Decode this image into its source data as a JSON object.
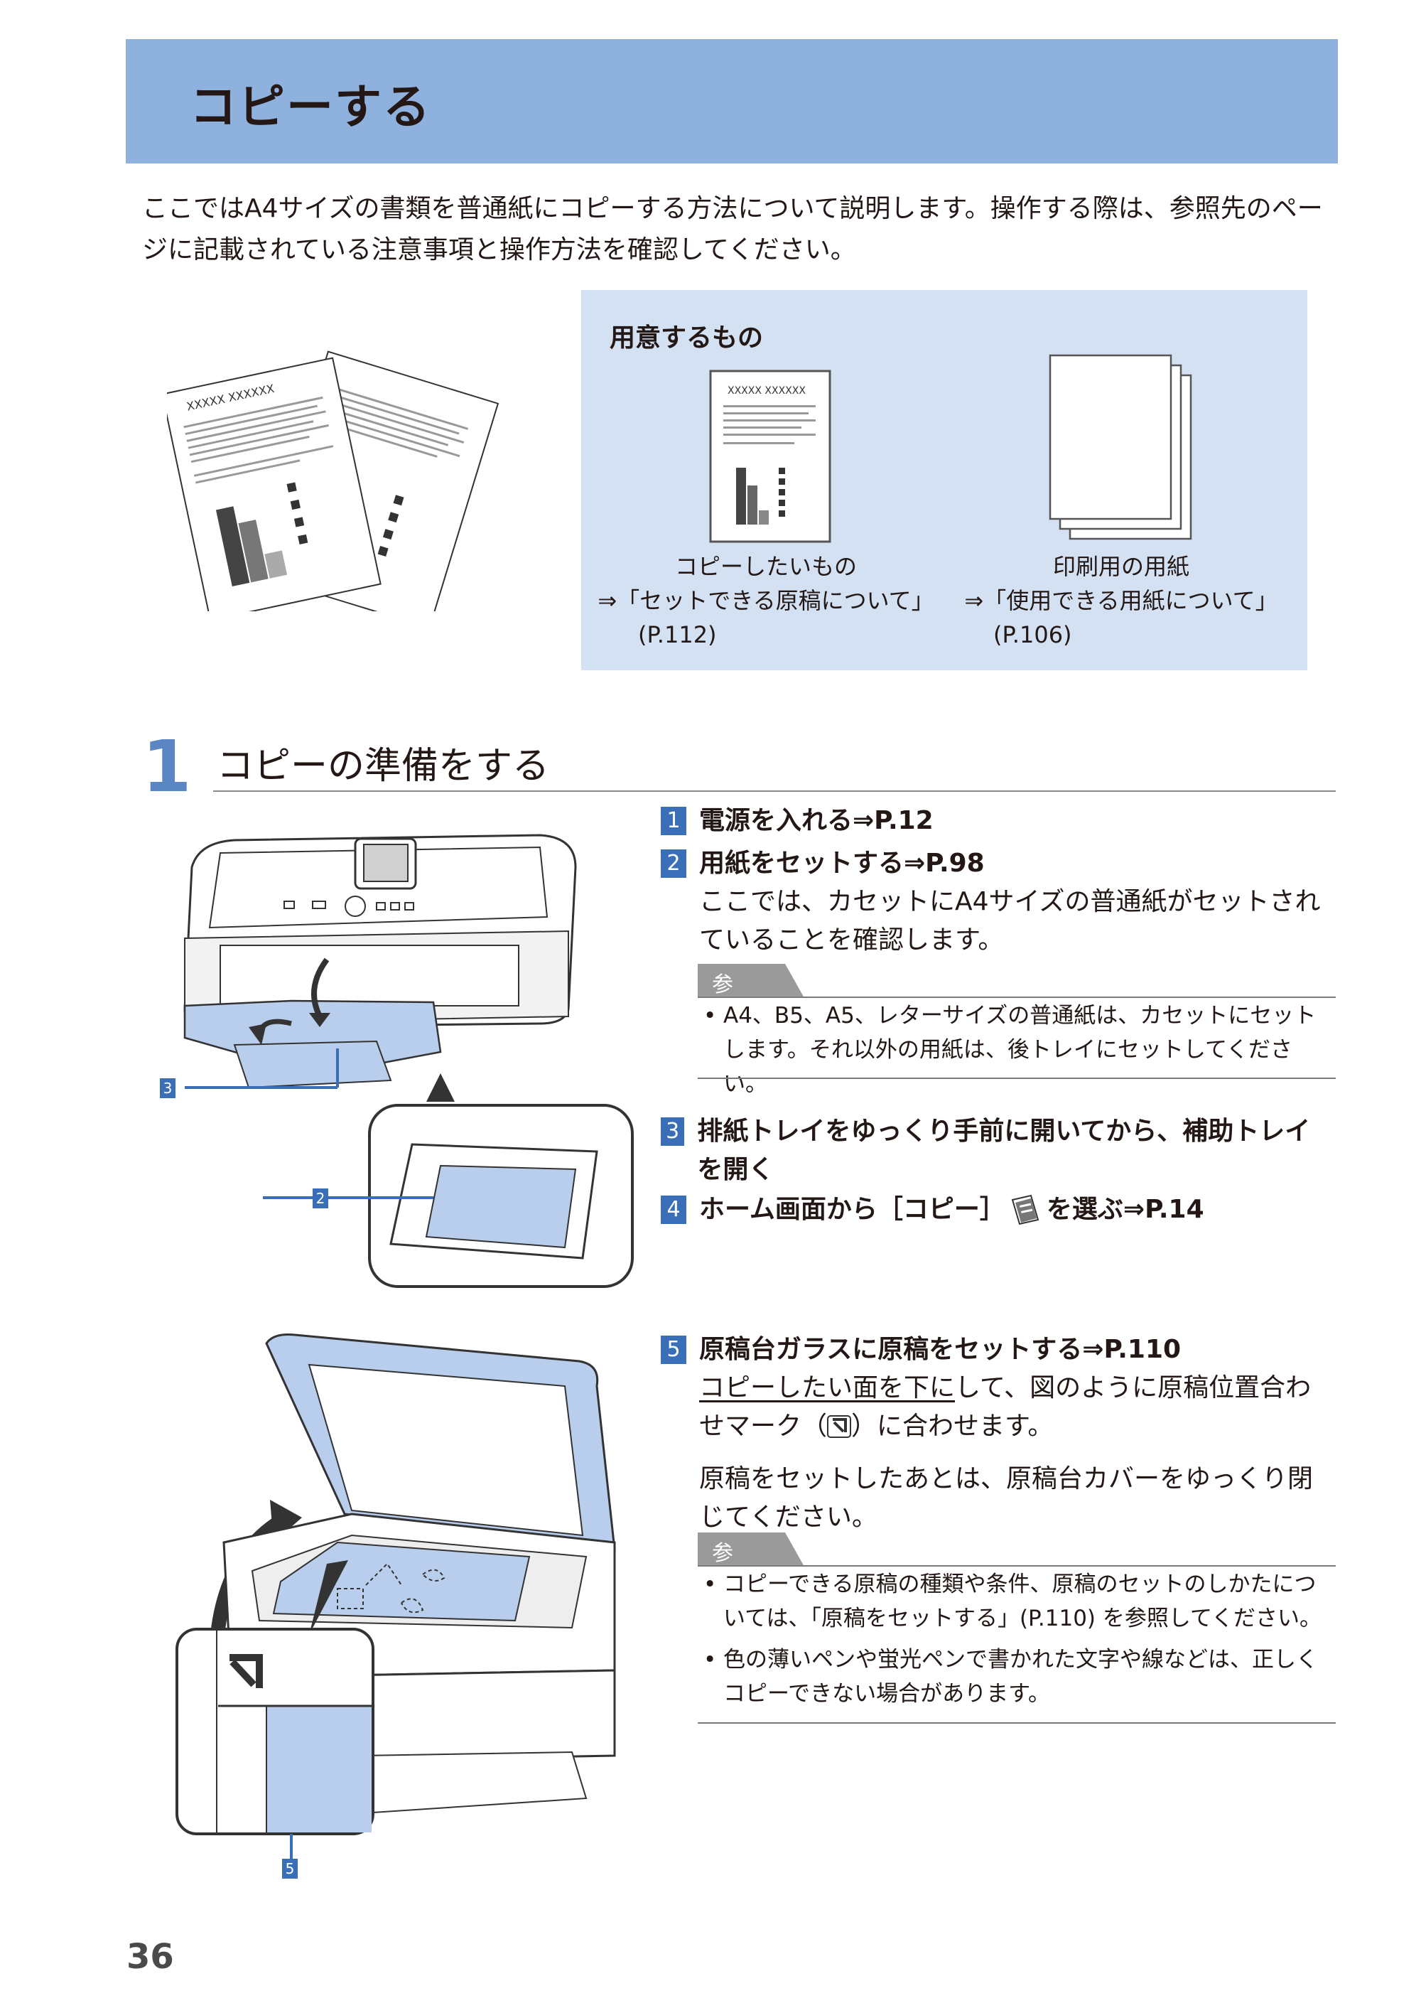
{
  "title": "コピーする",
  "intro": "ここではA4サイズの書類を普通紙にコピーする方法について説明します。操作する際は、参照先のページに記載されている注意事項と操作方法を確認してください。",
  "prepare": {
    "heading": "用意するもの",
    "doc_text": "XXXXX XXXXXX",
    "item1_name": "コピーしたいもの",
    "item1_ref": "⇒「セットできる原稿について」",
    "item1_page": "(P.112)",
    "item2_name": "印刷用の用紙",
    "item2_ref": "⇒「使用できる用紙について」",
    "item2_page": "(P.106)"
  },
  "section": {
    "number": "1",
    "title": "コピーの準備をする"
  },
  "steps": {
    "s1_num": "1",
    "s1_head": "電源を入れる⇒P.12",
    "s2_num": "2",
    "s2_head": "用紙をセットする⇒P.98",
    "s2_body": "ここでは、カセットにA4サイズの普通紙がセットされていることを確認します。",
    "s3_num": "3",
    "s3_head": "排紙トレイをゆっくり手前に開いてから、補助トレイを開く",
    "s4_num": "4",
    "s4_head_a": "ホーム画面から［コピー］",
    "s4_head_b": "を選ぶ⇒P.14",
    "s5_num": "5",
    "s5_head": "原稿台ガラスに原稿をセットする⇒P.110",
    "s5_body_u": "コピーしたい面を下に",
    "s5_body_a": "して、図のように原稿位置合わせマーク（",
    "s5_body_b": "）に合わせます。",
    "s5_body2": "原稿をセットしたあとは、原稿台カバーをゆっくり閉じてください。"
  },
  "notes": {
    "label": "参考",
    "n1": "A4、B5、A5、レターサイズの普通紙は、カセットにセットします。それ以外の用紙は、後トレイにセットしてください。",
    "n2": "コピーできる原稿の種類や条件、原稿のセットのしかたについては、「原稿をセットする」(P.110) を参照してください。",
    "n3": "色の薄いペンや蛍光ペンで書かれた文字や線などは、正しくコピーできない場合があります。"
  },
  "callouts": {
    "c3": "3",
    "c2": "2",
    "c5": "5"
  },
  "page_number": "36",
  "colors": {
    "title_bar": "#8fb1dd",
    "prep_box": "#d3e1f2",
    "badge": "#3a6fb8",
    "paper_blue": "#b9cdec"
  }
}
